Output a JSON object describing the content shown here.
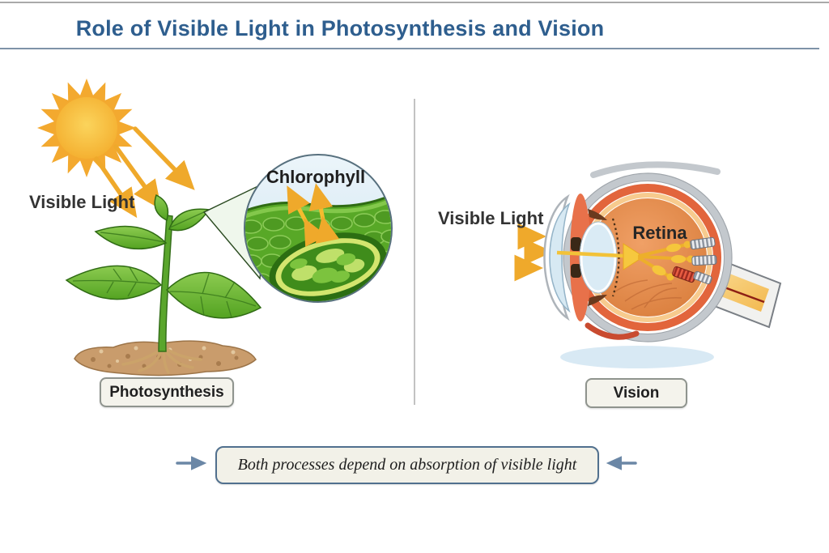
{
  "title": "Role of Visible Light in Photosynthesis and Vision",
  "left_panel": {
    "light_label": "Visible Light",
    "magnifier_label": "Chlorophyll",
    "caption": "Photosynthesis"
  },
  "right_panel": {
    "light_label": "Visible Light",
    "retina_label": "Retina",
    "caption": "Vision"
  },
  "footer": {
    "conclusion": "Both processes depend on absorption of visible light"
  },
  "colors": {
    "title_blue": "#2e5e8e",
    "divider_grey": "#c2c2c2",
    "sun_gold": "#f3a92f",
    "ray_gold": "#efa92b",
    "leaf_green": "#5fae2b",
    "leaf_dark": "#2f6b14",
    "soil_brown": "#c99c6c",
    "magnifier_blue": "#d9eaf4",
    "eye_sclera_grey": "#c3c8cd",
    "eye_choroid_orange": "#e2653c",
    "eye_iris_orange": "#e8714a",
    "eye_interior": "#e08a4e",
    "lens_blue": "#daebf5",
    "caption_box_bg": "#f4f3ec",
    "conclusion_border": "#51708e",
    "side_arrow_blue": "#6b87a6"
  }
}
